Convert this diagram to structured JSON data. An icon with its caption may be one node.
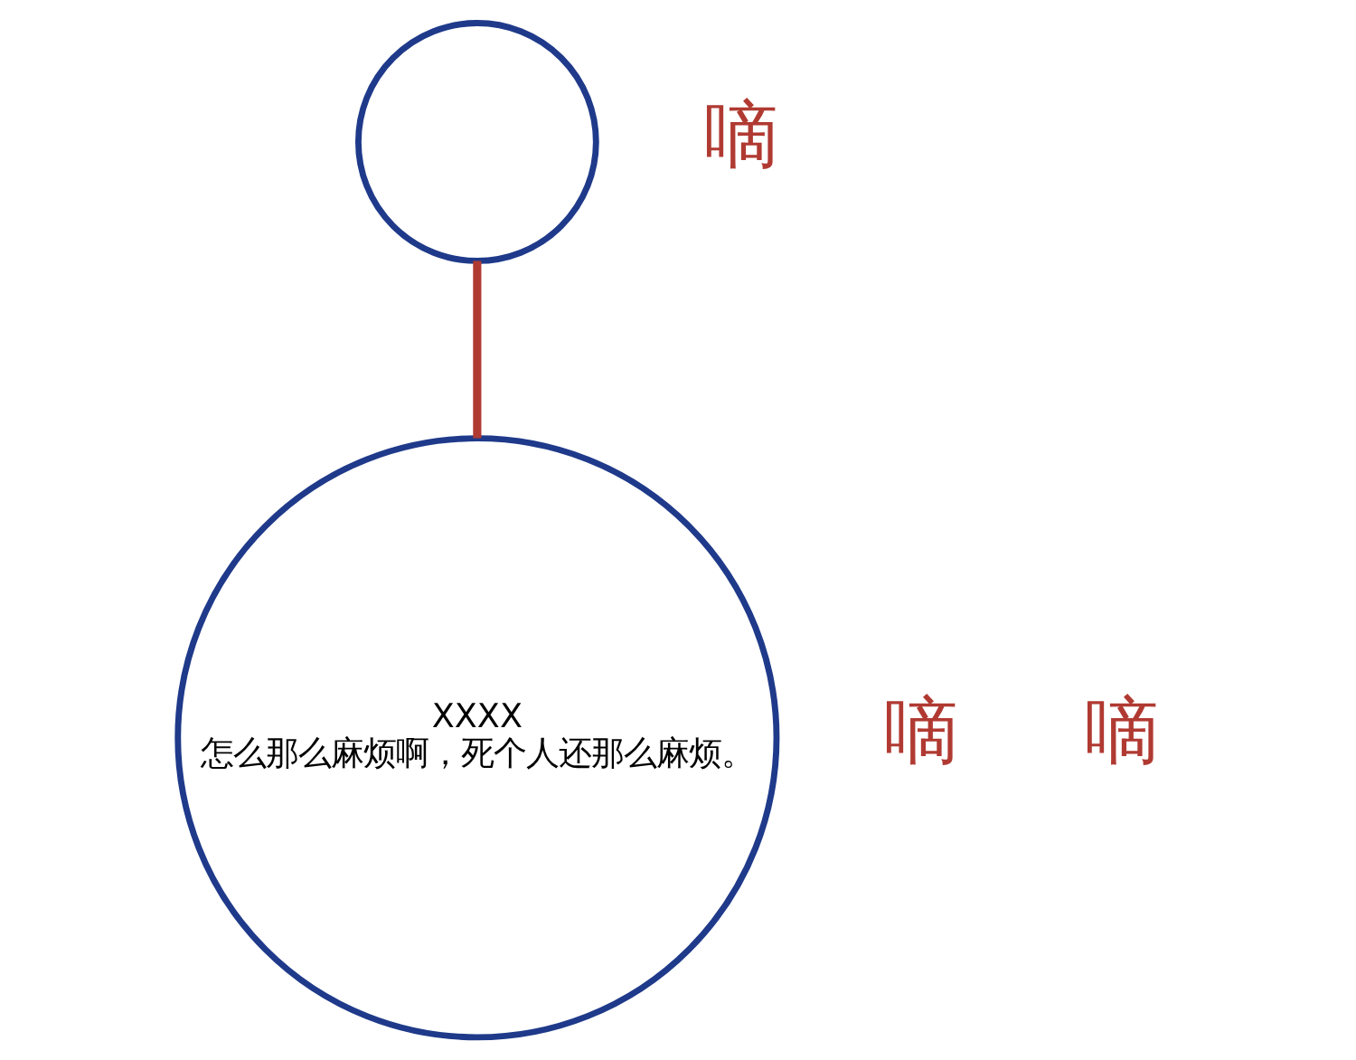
{
  "diagram": {
    "nodes": [
      {
        "text": [],
        "shape": "circle"
      },
      {
        "text": [
          "XXXX",
          "怎么那么麻烦啊，死个人还那么麻烦。"
        ]
      }
    ],
    "edges": [
      {
        "from": 0,
        "to": 1,
        "arrow": "none",
        "color": "#b03a32"
      }
    ],
    "labels": [
      "嘀",
      "嘀",
      "嘀"
    ]
  }
}
